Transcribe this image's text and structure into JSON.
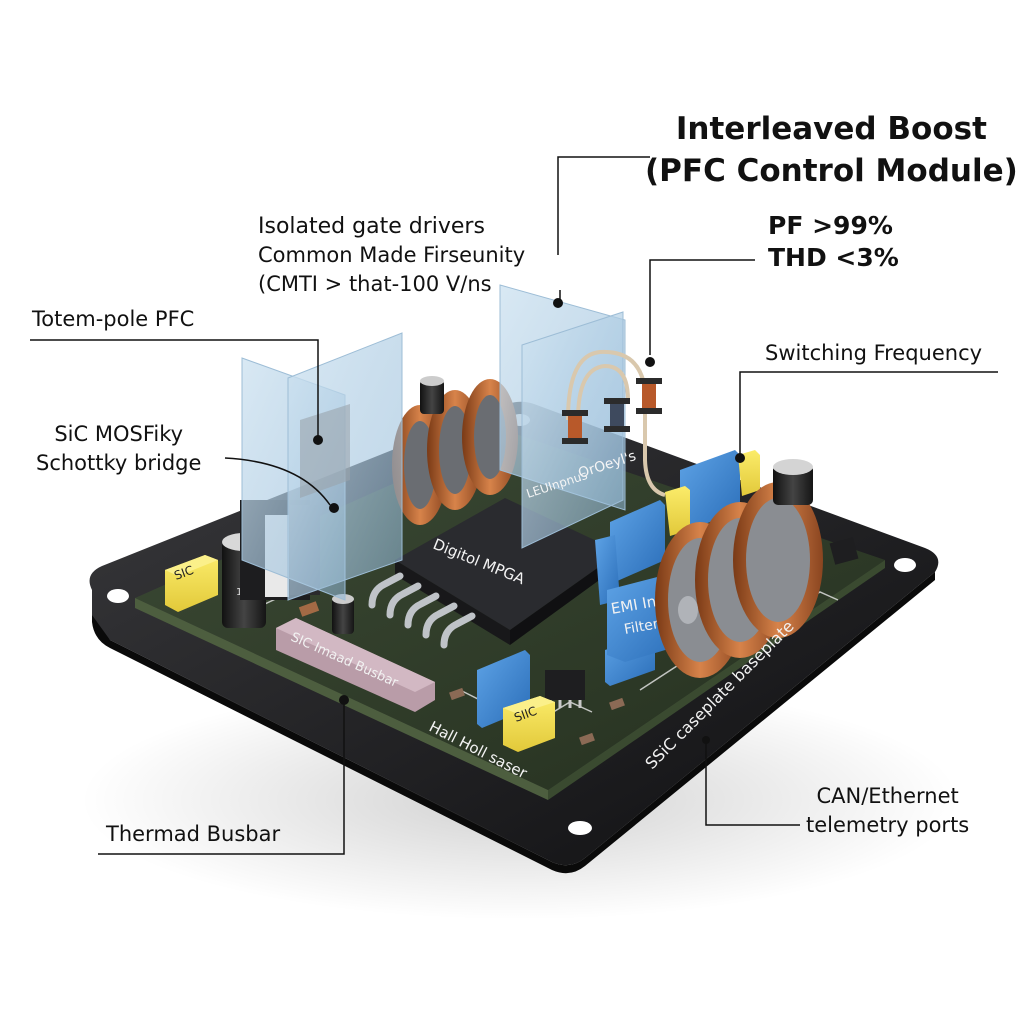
{
  "title": {
    "line1": "Interleaved Boost",
    "line2": "(PFC Control Module)"
  },
  "specs": {
    "line1": "PF >99%",
    "line2": "THD <3%"
  },
  "callouts": {
    "gate_drivers": {
      "line1": "Isolated gate drivers",
      "line2": "Common Made Firseunity",
      "line3": "(CMTI > that-100 V/ns"
    },
    "totem_pole": "Totem-pole PFC",
    "sic_mosfet": {
      "line1": "SiC MOSFiky",
      "line2": "Schottky bridge"
    },
    "switching_frequency": "Switching Frequency",
    "thermal_busbar": "Thermad Busbar",
    "telemetry": {
      "line1": "CAN/Ethernet",
      "line2": "telemetry ports"
    }
  },
  "board_labels": {
    "controller_chip": "Digitol MPGA",
    "isolator_text_1": "LEUInpnus",
    "isolator_text_2": "OrOeyl's",
    "busbar": "SIC Imaad Busbar",
    "emi_filter_line1": "EMI Inpur",
    "emi_filter_line2": "Filter",
    "hall_sensor": "Hall Holl saser",
    "baseplate": "SSiC caseplate baseplate",
    "sic_block_left": "SIC",
    "sic_block_bottom": "SIIC",
    "cap_marking": "10"
  },
  "colors": {
    "baseplate": "#1c1c1e",
    "pcb": "#2f3b2a",
    "copper": "#b4612e",
    "glass": "#a9cbe3",
    "blue_component": "#3f86d1",
    "yellow_component": "#f0dd4c",
    "busbar": "#b79aa6",
    "chip": "#26272b"
  }
}
